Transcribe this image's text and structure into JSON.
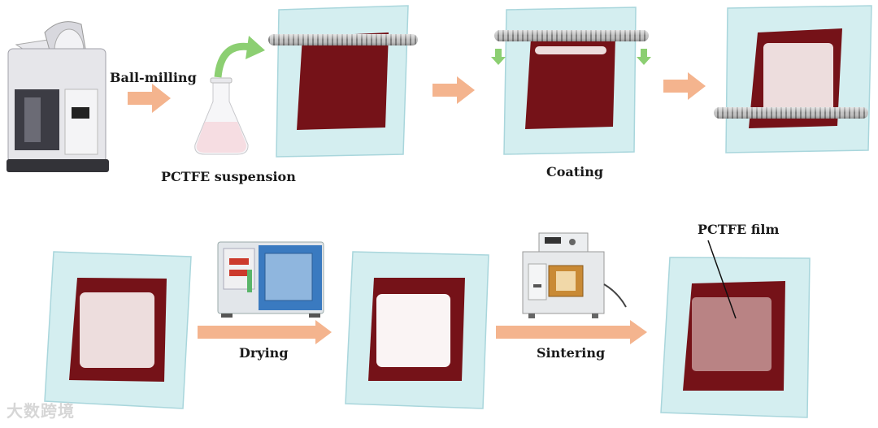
{
  "labels": {
    "ball_milling": "Ball-milling",
    "suspension": "PCTFE suspension",
    "coating": "Coating",
    "drying": "Drying",
    "sintering": "Sintering",
    "film": "PCTFE film"
  },
  "watermark": "大数跨境",
  "colors": {
    "substrate": "#d4eef0",
    "substrate_border": "#a9d6dc",
    "fabric": "#751218",
    "coating": "#eddddd",
    "film": "#b98384",
    "arrow": "#f4b48e",
    "curved_arrow": "#8ccf72",
    "rod": "#b0b0b0"
  },
  "icons": [
    "ball-mill-icon",
    "flask-icon",
    "drying-oven-icon",
    "muffle-furnace-icon",
    "coating-rod-icon"
  ]
}
